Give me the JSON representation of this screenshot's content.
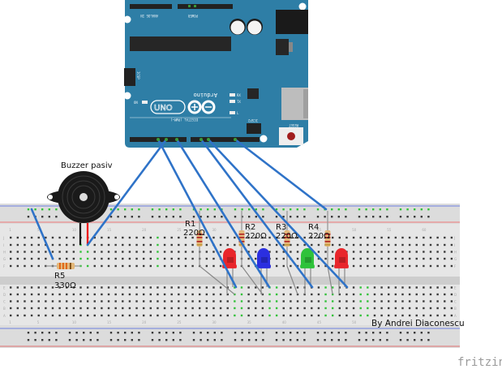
{
  "diagram": {
    "tool": "fritzing",
    "credit": "By Andrei Diaconescu",
    "board": {
      "name": "Arduino",
      "model": "UNO",
      "color": "#2e7ea6",
      "labels": {
        "analog": "ANALOG IN",
        "power": "POWER",
        "digital": "DIGITAL (PWM~)",
        "icsp": "ICSP",
        "icsp2": "ICSP2",
        "reset": "RESET",
        "on": "ON",
        "rx": "RX",
        "tx": "TX",
        "l": "L"
      }
    },
    "buzzer": {
      "label": "Buzzer pasiv"
    },
    "resistors": [
      {
        "id": "R1",
        "value": "220Ω"
      },
      {
        "id": "R2",
        "value": "220Ω"
      },
      {
        "id": "R3",
        "value": "220Ω"
      },
      {
        "id": "R4",
        "value": "220Ω"
      },
      {
        "id": "R5",
        "value": "330Ω"
      }
    ],
    "leds": [
      {
        "color_name": "red",
        "color": "#e8262b"
      },
      {
        "color_name": "blue",
        "color": "#2b2fe0"
      },
      {
        "color_name": "green",
        "color": "#2fc23a"
      },
      {
        "color_name": "red",
        "color": "#e8262b"
      }
    ],
    "wire_color": "#2f73c8",
    "breadboard_column_numbers": [
      "1",
      "5",
      "10",
      "15",
      "20",
      "25",
      "30",
      "35",
      "40",
      "45",
      "50",
      "55",
      "60"
    ],
    "breadboard_row_letters_top": [
      "J",
      "I",
      "H",
      "G",
      "F"
    ],
    "breadboard_row_letters_bottom": [
      "E",
      "D",
      "C",
      "B",
      "A"
    ]
  }
}
